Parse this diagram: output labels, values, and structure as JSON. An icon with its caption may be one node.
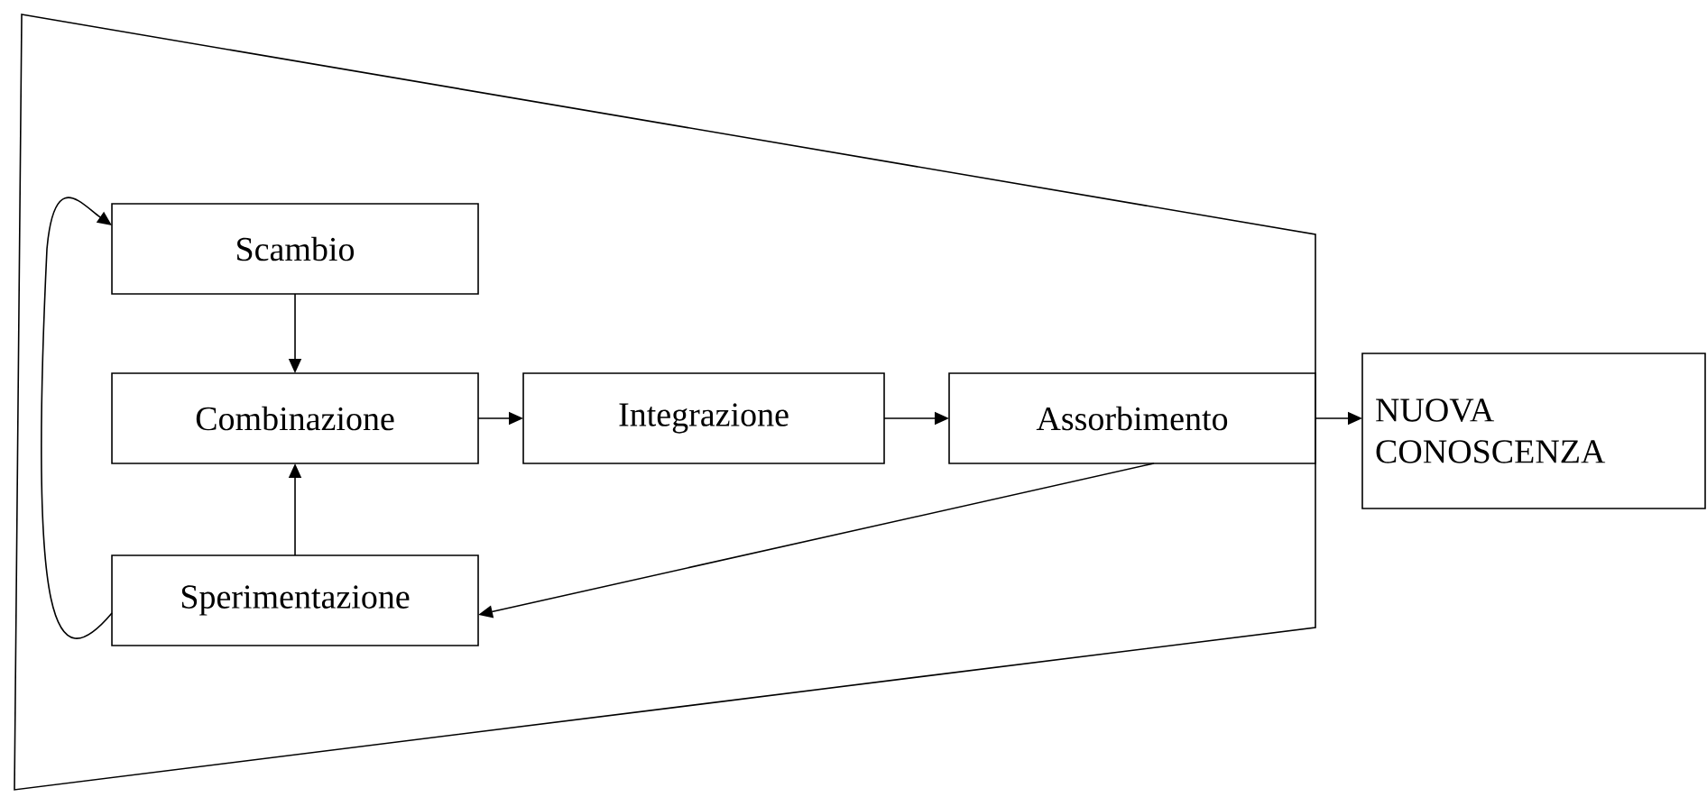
{
  "diagram": {
    "nodes": [
      {
        "text": [],
        "shape": "funnel"
      },
      {
        "text": [
          "Scambio"
        ],
        "in": 0
      },
      {
        "text": [
          "Combinazione"
        ],
        "in": 0
      },
      {
        "text": [
          "Integrazione"
        ],
        "in": 0
      },
      {
        "text": [
          "Assorbimento"
        ],
        "in": 0
      },
      {
        "text": [
          "Sperimentazione"
        ],
        "in": 0
      },
      {
        "text": [
          "NUOVA CONOSCENZA"
        ]
      }
    ],
    "edges": [
      {
        "from": 1,
        "to": 2,
        "arrow": "to"
      },
      {
        "from": 5,
        "to": 2,
        "arrow": "to"
      },
      {
        "from": 2,
        "to": 3,
        "arrow": "to"
      },
      {
        "from": 3,
        "to": 4,
        "arrow": "to"
      },
      {
        "from": 4,
        "to": 6,
        "arrow": "to"
      },
      {
        "from": 4,
        "to": 5,
        "arrow": "to"
      },
      {
        "from": 5,
        "to": 1,
        "arrow": "to"
      }
    ]
  }
}
